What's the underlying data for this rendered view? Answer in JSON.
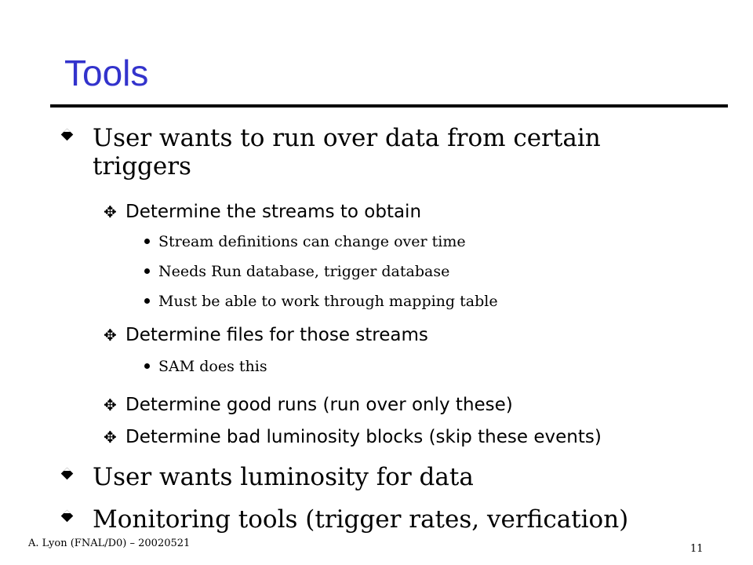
{
  "slide": {
    "title": "Tools",
    "footer_left": "A. Lyon (FNAL/D0) – 20020521",
    "page_number": "11",
    "title_color": "#3333cc",
    "bullets": [
      "User wants to run over data from certain triggers",
      "Determine the streams to obtain",
      "Stream definitions can change over time",
      "Needs Run database, trigger database",
      "Must be able to work through mapping table",
      "Determine files for those streams",
      "SAM does this",
      "Determine good runs (run over only these)",
      "Determine bad luminosity blocks (skip these events)",
      "User wants luminosity for data",
      "Monitoring tools (trigger rates, verfication)"
    ]
  }
}
